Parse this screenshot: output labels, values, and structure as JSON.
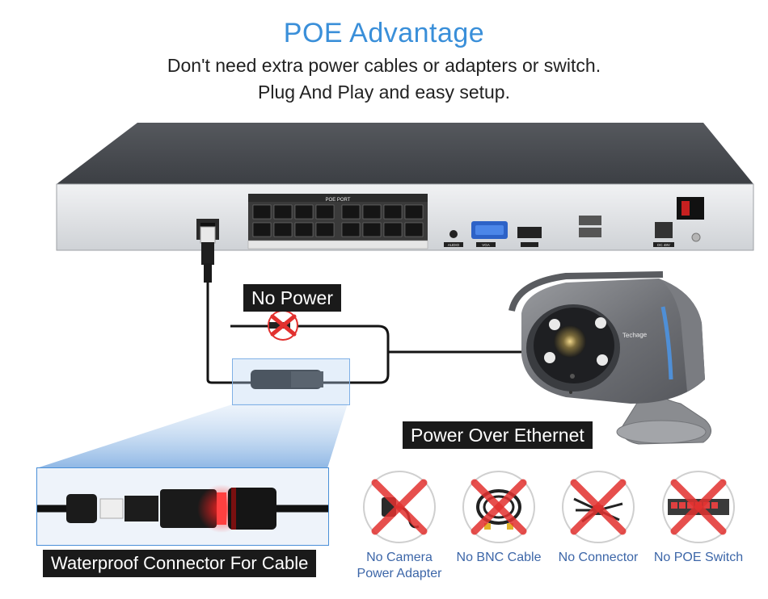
{
  "header": {
    "title": "POE Advantage",
    "line1": "Don't need extra power cables or adapters or switch.",
    "line2": "Plug And Play and easy setup."
  },
  "nvr": {
    "poe_port_label": "POE PORT",
    "audio_label": "AUDIO",
    "vga_label": "VGA",
    "dc_label": "DC 48V"
  },
  "camera": {
    "brand": "Techage"
  },
  "labels": {
    "no_power": "No Power",
    "power_over_ethernet": "Power Over Ethernet",
    "waterproof": "Waterproof Connector For Cable"
  },
  "no_items": [
    {
      "line1": "No Camera",
      "line2": "Power Adapter",
      "icon": "power-adapter-icon"
    },
    {
      "line1": "No BNC Cable",
      "line2": "",
      "icon": "bnc-cable-icon"
    },
    {
      "line1": "No Connector",
      "line2": "",
      "icon": "connector-icon"
    },
    {
      "line1": "No POE Switch",
      "line2": "",
      "icon": "poe-switch-icon"
    }
  ],
  "colors": {
    "title": "#3a8fd9",
    "cross": "#e2312f",
    "caption": "#3c66a8"
  }
}
